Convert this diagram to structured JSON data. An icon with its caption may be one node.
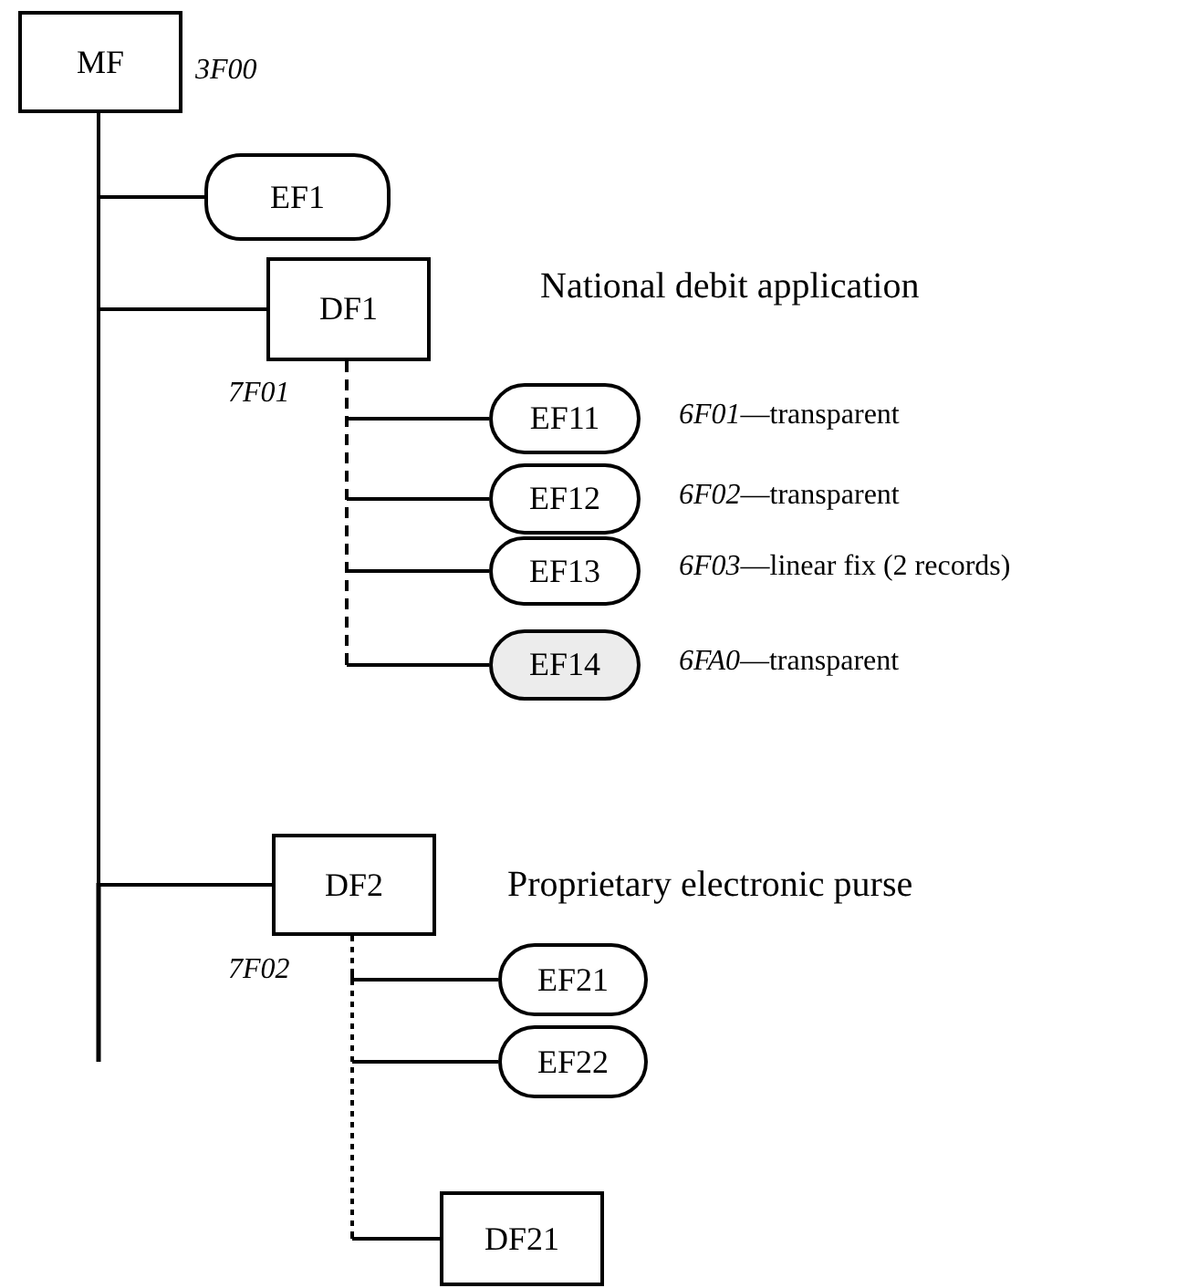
{
  "diagram": {
    "nodes": [
      {
        "text": [
          "MF"
        ],
        "beside": [
          "3F00"
        ]
      },
      {
        "text": [
          "EF1"
        ]
      },
      {
        "text": [
          "DF1"
        ],
        "beside": [
          "National debit application",
          "7F01"
        ]
      },
      {
        "text": [
          "EF11"
        ],
        "beside": [
          "*6F01*—transparent"
        ]
      },
      {
        "text": [
          "EF12"
        ],
        "beside": [
          "*6F02*—transparent"
        ]
      },
      {
        "text": [
          "EF13"
        ],
        "beside": [
          "*6F03*—linear fix (2 records)"
        ]
      },
      {
        "text": [
          "EF14"
        ],
        "beside": [
          "*6FA0*—transparent"
        ]
      },
      {
        "text": [
          "DF2"
        ],
        "beside": [
          "7F02"
        ]
      },
      {
        "text": [
          "EF21"
        ]
      },
      {
        "text": [
          "EF22"
        ]
      },
      {
        "text": [
          "DF21"
        ]
      }
    ],
    "edges": [
      {
        "from": 0,
        "to": 1,
        "arrow": "none"
      },
      {
        "from": 0,
        "to": 2,
        "arrow": "none"
      },
      {
        "from": 2,
        "to": 3,
        "arrow": "none",
        "style": "dashed"
      },
      {
        "from": 2,
        "to": 4,
        "arrow": "none",
        "style": "dashed"
      },
      {
        "from": 2,
        "to": 5,
        "arrow": "none",
        "style": "dashed"
      },
      {
        "from": 2,
        "to": 6,
        "arrow": "none",
        "style": "dashed"
      },
      {
        "from": 0,
        "to": 7,
        "arrow": "none"
      },
      {
        "from": 7,
        "to": 8,
        "arrow": "none",
        "style": "dashed"
      },
      {
        "from": 7,
        "to": 9,
        "arrow": "none",
        "style": "dashed"
      },
      {
        "from": 7,
        "to": 10,
        "arrow": "none",
        "style": "dashed"
      }
    ],
    "labels": [
      "Proprietary electronic purse"
    ]
  }
}
